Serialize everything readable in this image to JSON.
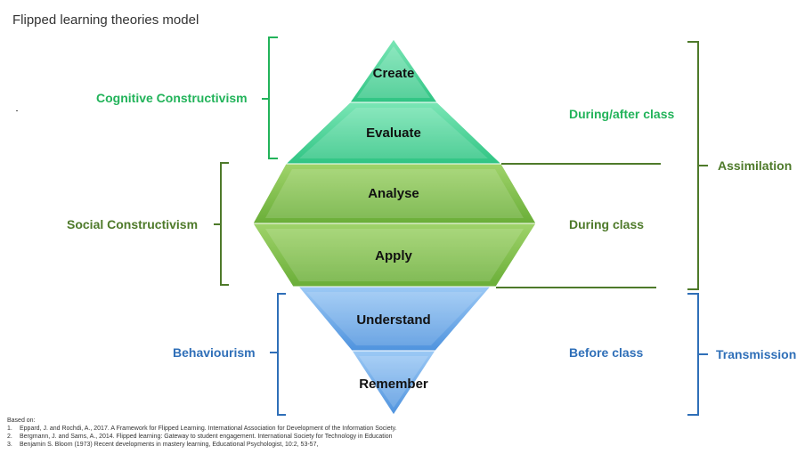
{
  "title": "Flipped learning theories model",
  "levels": [
    {
      "label": "Create",
      "color": "#3fcf90"
    },
    {
      "label": "Evaluate",
      "color": "#3fcf90"
    },
    {
      "label": "Analyse",
      "color": "#77bb44"
    },
    {
      "label": "Apply",
      "color": "#77bb44"
    },
    {
      "label": "Understand",
      "color": "#5b9fe0"
    },
    {
      "label": "Remember",
      "color": "#5b9fe0"
    }
  ],
  "left_labels": {
    "cognitive": "Cognitive Constructivism",
    "social": "Social Constructivism",
    "behaviourism": "Behaviourism"
  },
  "right_labels": {
    "during_after": "During/after class",
    "during": "During class",
    "before": "Before class",
    "assimilation": "Assimilation",
    "transmission": "Transmission"
  },
  "colors": {
    "green_light": "#22b35a",
    "green_dark": "#4e7a2a",
    "blue": "#2f6fb8"
  },
  "references": {
    "heading": "Based on:",
    "items": [
      {
        "num": "1.",
        "text": "Eppard, J. and Rochdi, A., 2017. A Framework for Flipped Learning. International Association for Development of the Information Society."
      },
      {
        "num": "2.",
        "text": "Bergmann, J. and Sams, A., 2014. Flipped learning: Gateway to student engagement. International Society for Technology in Education"
      },
      {
        "num": "3.",
        "text": "Benjamin S. Bloom (1973) Recent developments in mastery learning, Educational Psychologist, 10:2, 53-57,"
      }
    ]
  }
}
